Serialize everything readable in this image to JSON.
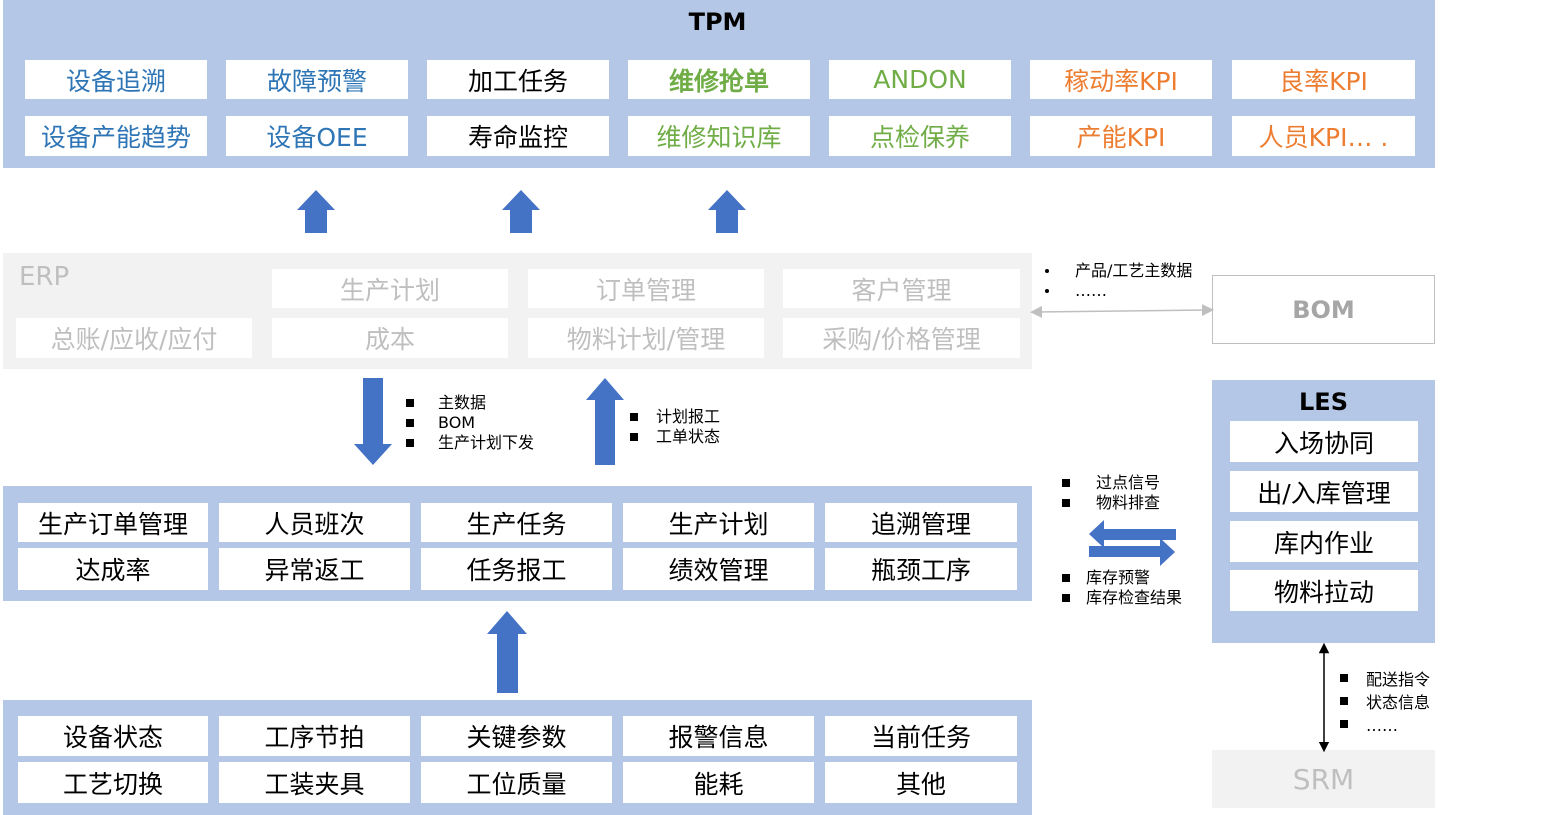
{
  "tpm": {
    "title": "TPM",
    "row1": [
      "设备追溯",
      "故障预警",
      "加工任务",
      "维修抢单",
      "ANDON",
      "稼动率KPI",
      "良率KPI"
    ],
    "row2": [
      "设备产能趋势",
      "设备OEE",
      "寿命监控",
      "维修知识库",
      "点检保养",
      "产能KPI",
      "人员KPI… ."
    ]
  },
  "erp": {
    "title": "ERP",
    "row1": [
      "生产计划",
      "订单管理",
      "客户管理"
    ],
    "row2": [
      "总账/应收/应付",
      "成本",
      "物料计划/管理",
      "采购/价格管理"
    ]
  },
  "erp_bom_notes": [
    "产品/工艺主数据",
    "……"
  ],
  "bom": {
    "label": "BOM"
  },
  "erp_to_mes_notes": [
    "主数据",
    "BOM",
    "生产计划下发"
  ],
  "mes_to_erp_notes": [
    "计划报工",
    "工单状态"
  ],
  "mes": {
    "row1": [
      "生产订单管理",
      "人员班次",
      "生产任务",
      "生产计划",
      "追溯管理"
    ],
    "row2": [
      "达成率",
      "异常返工",
      "任务报工",
      "绩效管理",
      "瓶颈工序"
    ]
  },
  "mes_les_notes_top": [
    "过点信号",
    "物料排查"
  ],
  "mes_les_notes_bottom": [
    "库存预警",
    "库存检查结果"
  ],
  "les": {
    "title": "LES",
    "items": [
      "入场协同",
      "出/入库管理",
      "库内作业",
      "物料拉动"
    ]
  },
  "les_srm_notes": [
    "配送指令",
    "状态信息",
    "……"
  ],
  "srm": {
    "label": "SRM"
  },
  "device": {
    "row1": [
      "设备状态",
      "工序节拍",
      "关键参数",
      "报警信息",
      "当前任务"
    ],
    "row2": [
      "工艺切换",
      "工装夹具",
      "工位质量",
      "能耗",
      "其他"
    ]
  },
  "colors": {
    "panel_blue": "#b4c7e7",
    "arrow_blue": "#4472c4",
    "text_blue": "#2e75b6",
    "text_green": "#70ad47",
    "text_orange": "#ed7d31",
    "text_gray": "#bfbfbf"
  }
}
